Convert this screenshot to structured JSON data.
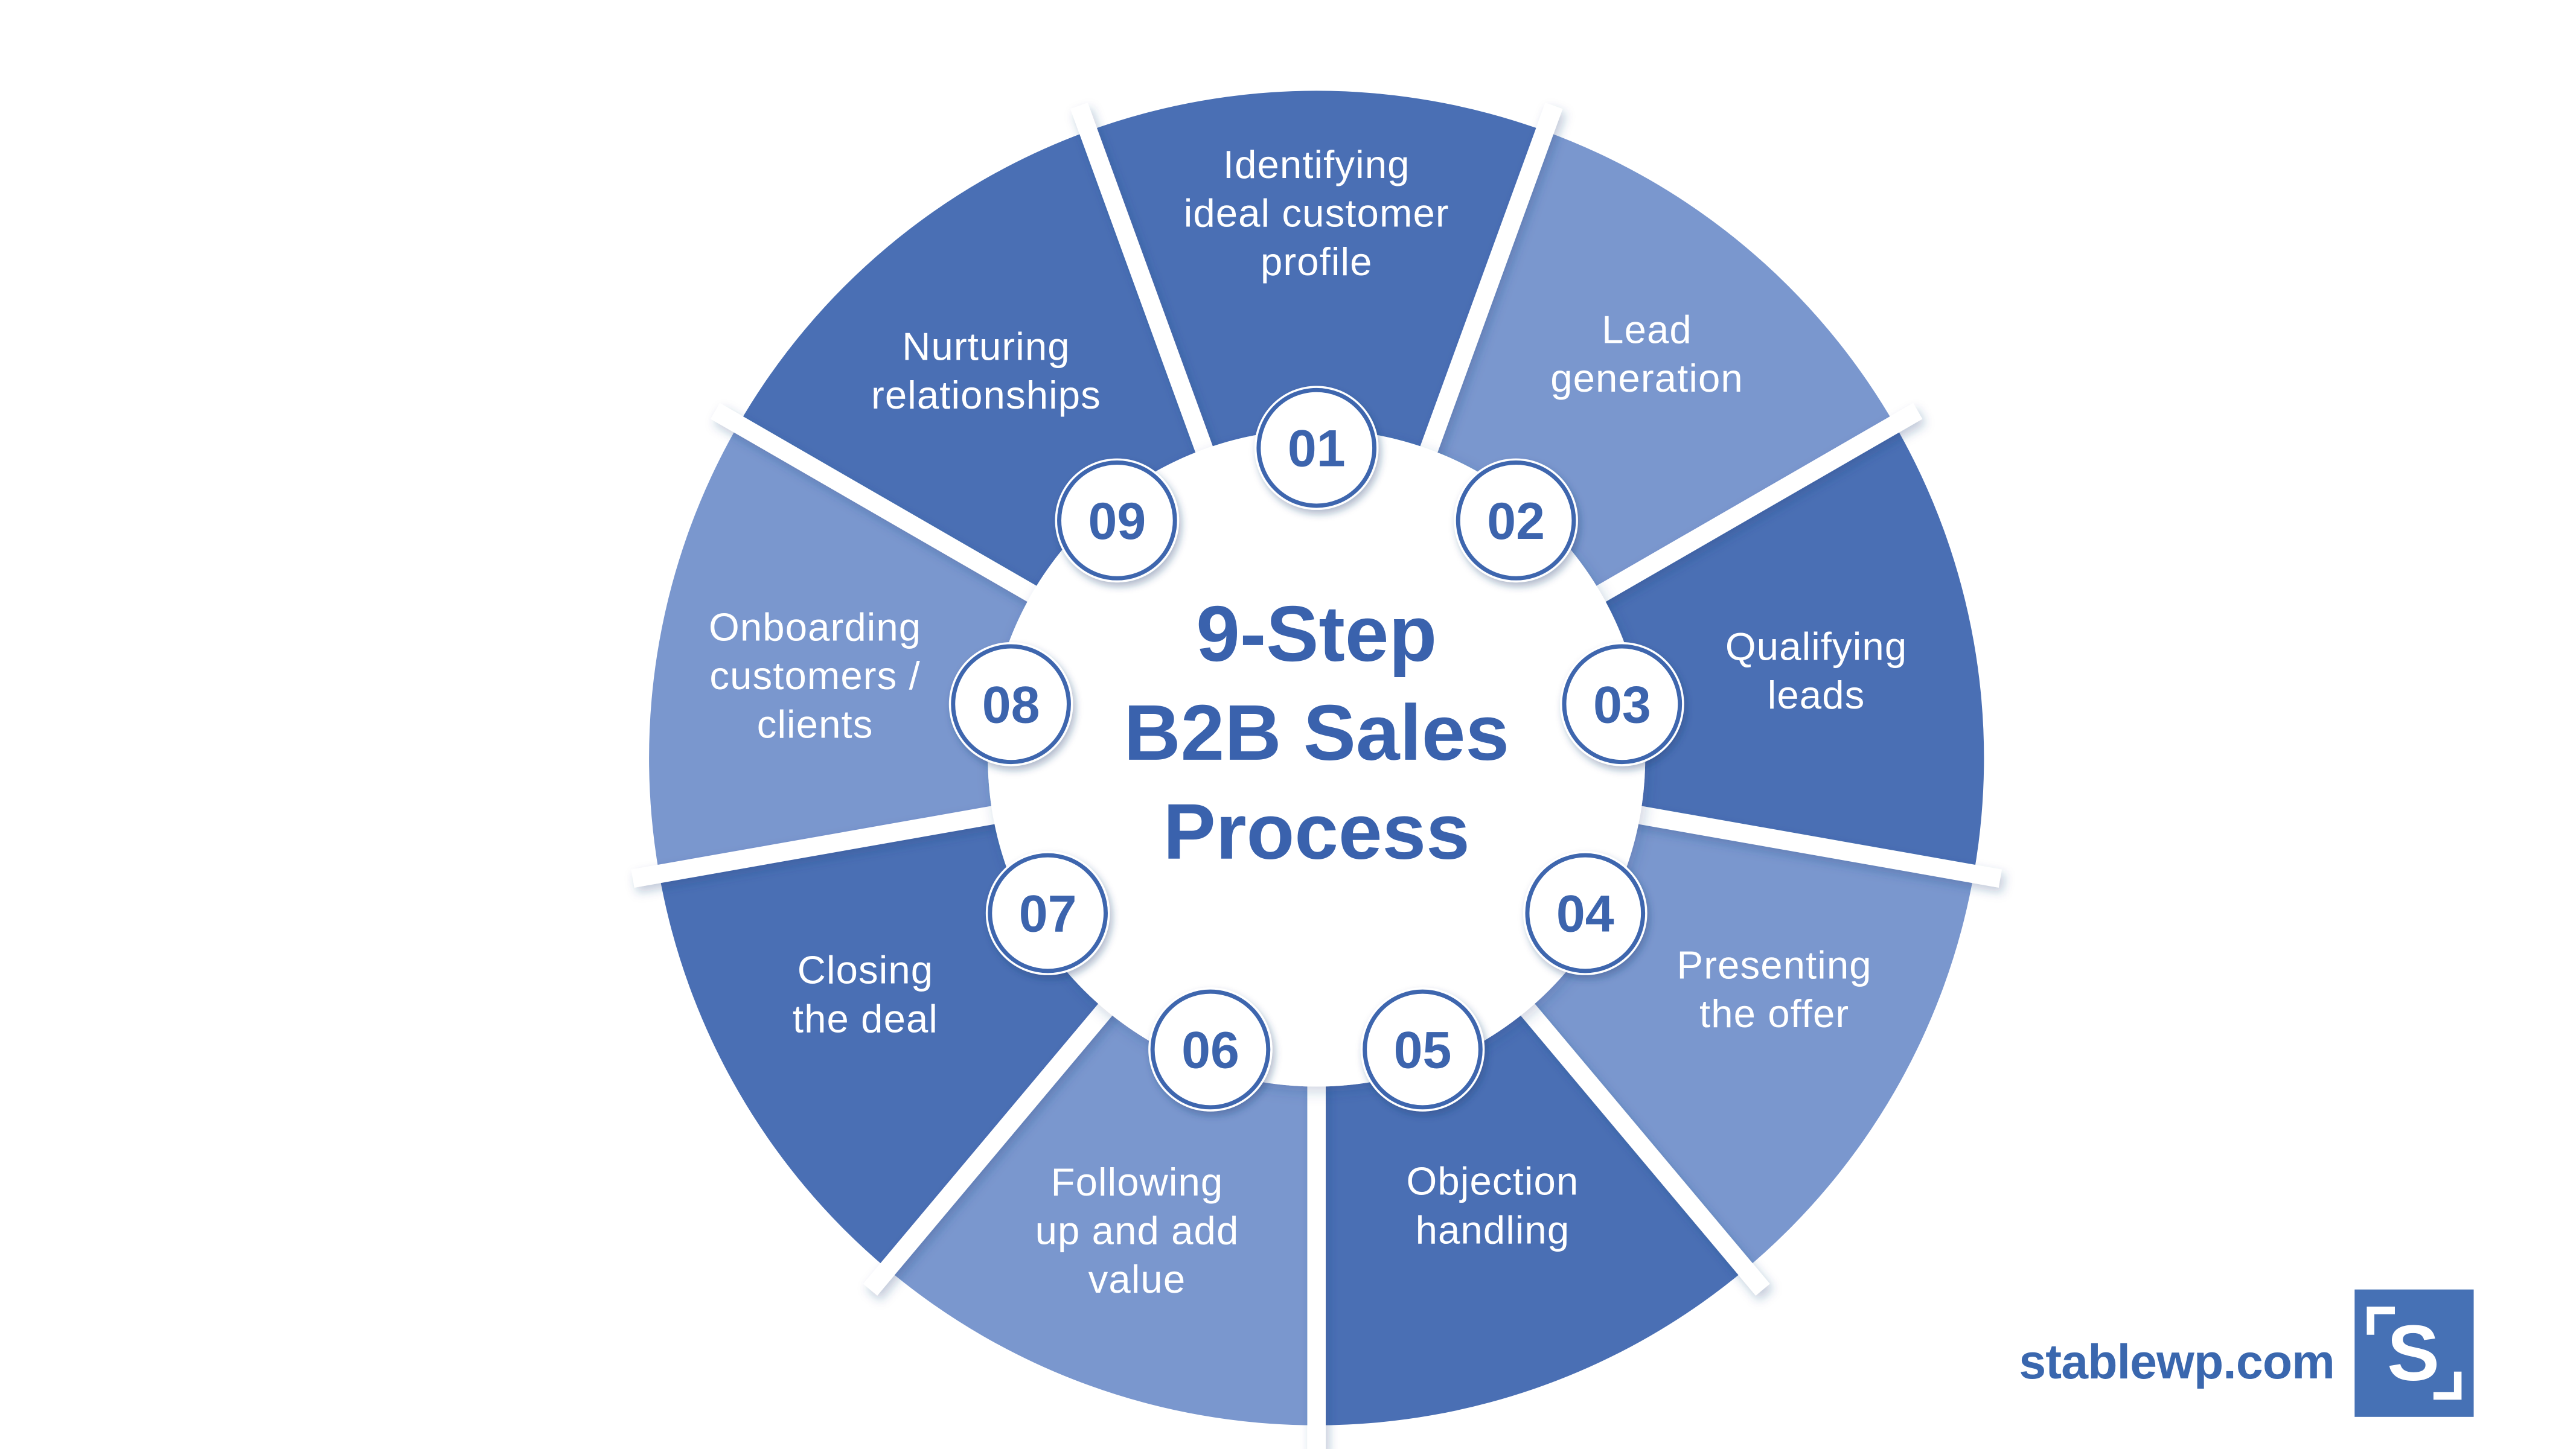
{
  "diagram": {
    "center": {
      "lines": [
        "9-Step",
        "B2B Sales",
        "Process"
      ]
    },
    "steps": [
      {
        "number": "01",
        "label_lines": [
          "Identifying",
          "ideal customer",
          "profile"
        ],
        "shade": "dark"
      },
      {
        "number": "02",
        "label_lines": [
          "Lead",
          "generation"
        ],
        "shade": "light"
      },
      {
        "number": "03",
        "label_lines": [
          "Qualifying",
          "leads"
        ],
        "shade": "dark"
      },
      {
        "number": "04",
        "label_lines": [
          "Presenting",
          "the offer"
        ],
        "shade": "light"
      },
      {
        "number": "05",
        "label_lines": [
          "Objection",
          "handling"
        ],
        "shade": "dark"
      },
      {
        "number": "06",
        "label_lines": [
          "Following",
          "up and add",
          "value"
        ],
        "shade": "light"
      },
      {
        "number": "07",
        "label_lines": [
          "Closing",
          "the deal"
        ],
        "shade": "dark"
      },
      {
        "number": "08",
        "label_lines": [
          "Onboarding",
          "customers /",
          "clients"
        ],
        "shade": "light"
      },
      {
        "number": "09",
        "label_lines": [
          "Nurturing",
          "relationships"
        ],
        "shade": "dark"
      }
    ],
    "colors": {
      "dark": "#4A6FB4",
      "light": "#7A97CE",
      "badge_fill": "#FFFFFF",
      "badge_ring": "#3E66AE",
      "badge_text": "#3C64AD",
      "title_text": "#3A62AD",
      "label_text": "#FFFFFF",
      "background": "#FFFFFF"
    }
  },
  "footer": {
    "site": "stablewp.com",
    "logo_letter": "S",
    "logo_color": "#4671B5",
    "text_color": "#3A67AE"
  },
  "chart_data": {
    "type": "pie",
    "title": "9-Step B2B Sales Process",
    "categories": [
      "Identifying ideal customer profile",
      "Lead generation",
      "Qualifying leads",
      "Presenting the offer",
      "Objection handling",
      "Following up and add value",
      "Closing the deal",
      "Onboarding customers / clients",
      "Nurturing relationships"
    ],
    "values": [
      1,
      1,
      1,
      1,
      1,
      1,
      1,
      1,
      1
    ],
    "slice_angle_deg": 40,
    "donut": true,
    "legend_position": "on-slice",
    "colors_by_slice": [
      "#4A6FB4",
      "#7A97CE",
      "#4A6FB4",
      "#7A97CE",
      "#4A6FB4",
      "#7A97CE",
      "#4A6FB4",
      "#7A97CE",
      "#4A6FB4"
    ]
  }
}
